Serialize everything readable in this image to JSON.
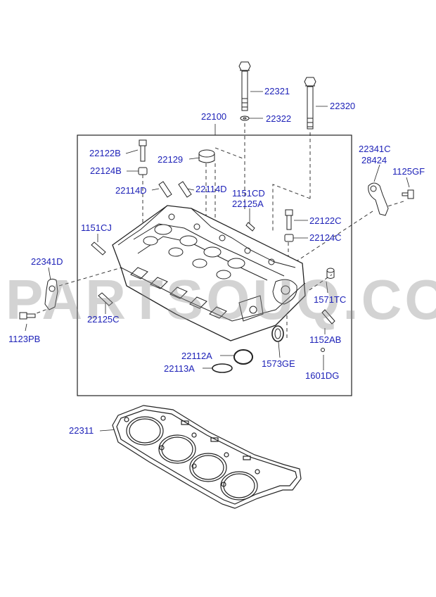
{
  "watermark": "PARTSOUQ.COM",
  "colors": {
    "label": "#1e22b8",
    "line": "#222222",
    "watermark": "#8c8c8c"
  },
  "labels": {
    "p22321": "22321",
    "p22320": "22320",
    "p22322": "22322",
    "p22100": "22100",
    "p22122B": "22122B",
    "p22124B": "22124B",
    "p22129": "22129",
    "p22114D_left": "22114D",
    "p22114D_right": "22114D",
    "p1151CD": "1151CD",
    "p22125A": "22125A",
    "p22341C": "22341C",
    "p28424": "28424",
    "p1125GF": "1125GF",
    "p22122C": "22122C",
    "p22124C": "22124C",
    "p1151CJ": "1151CJ",
    "p22341D": "22341D",
    "p1123PB": "1123PB",
    "p1571TC": "1571TC",
    "p22125C": "22125C",
    "p1152AB": "1152AB",
    "p22112A": "22112A",
    "p22113A": "22113A",
    "p1573GE": "1573GE",
    "p1601DG": "1601DG",
    "p22311": "22311"
  }
}
